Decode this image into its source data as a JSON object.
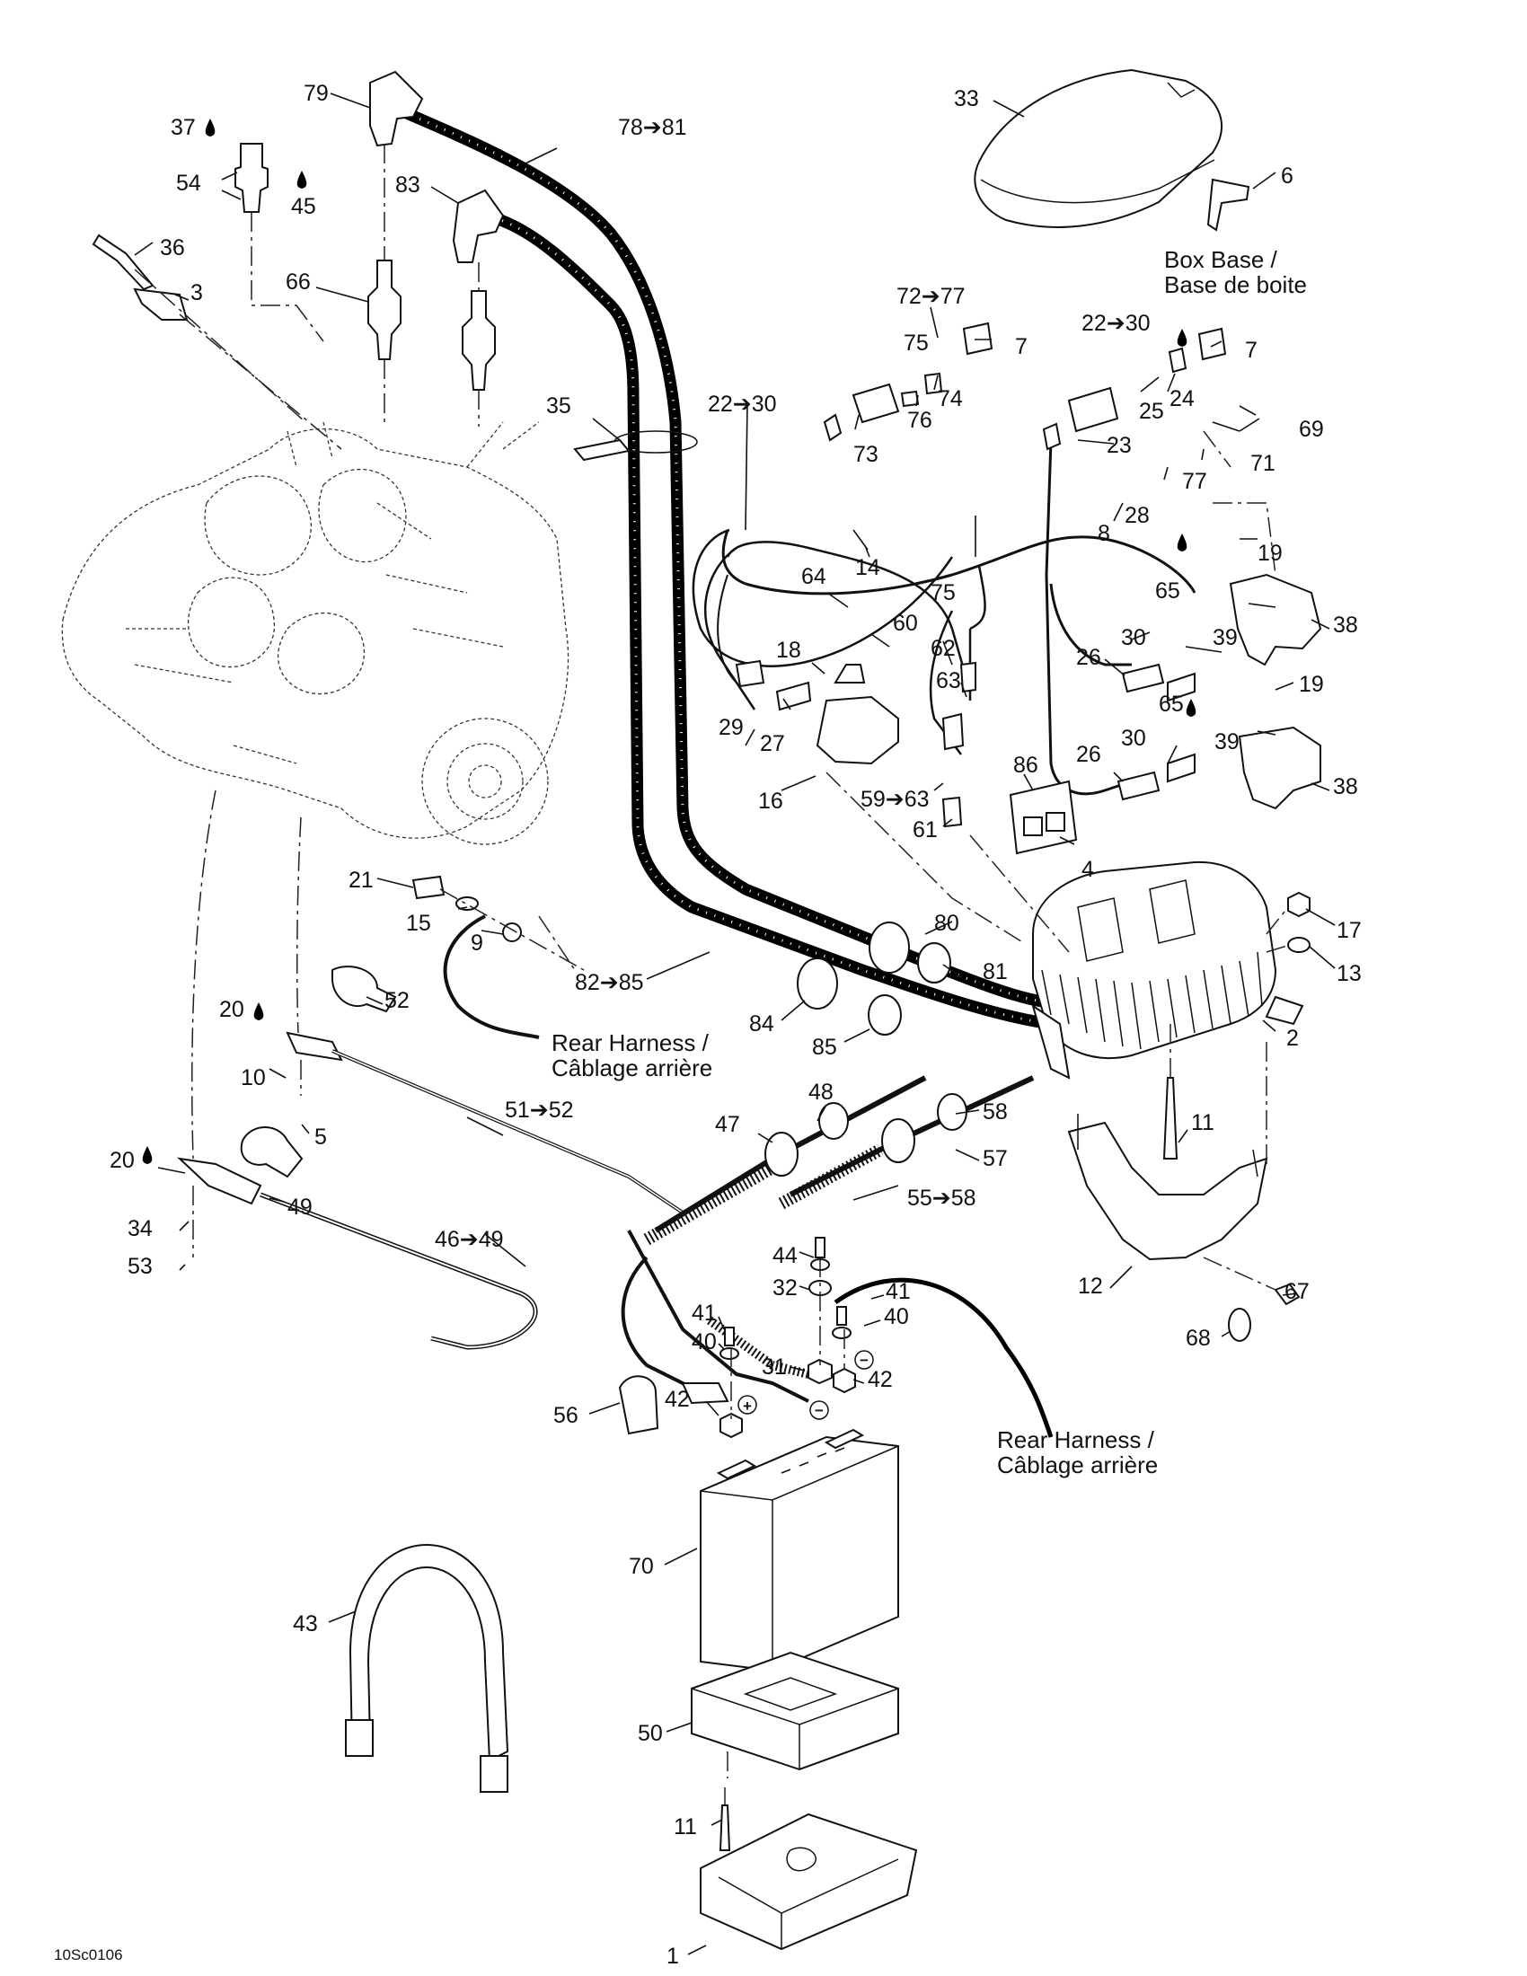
{
  "diagram": {
    "part_labels": [
      {
        "id": "p79",
        "text": "79"
      },
      {
        "id": "p37",
        "text": "37"
      },
      {
        "id": "p54",
        "text": "54"
      },
      {
        "id": "p45",
        "text": "45"
      },
      {
        "id": "p78_81",
        "text": "78➔81"
      },
      {
        "id": "p83",
        "text": "83"
      },
      {
        "id": "p36",
        "text": "36"
      },
      {
        "id": "p3",
        "text": "3"
      },
      {
        "id": "p66",
        "text": "66"
      },
      {
        "id": "p33",
        "text": "33"
      },
      {
        "id": "p6",
        "text": "6"
      },
      {
        "id": "p72_77",
        "text": "72➔77"
      },
      {
        "id": "p75a",
        "text": "75"
      },
      {
        "id": "p7a",
        "text": "7"
      },
      {
        "id": "p74",
        "text": "74"
      },
      {
        "id": "p76",
        "text": "76"
      },
      {
        "id": "p73",
        "text": "73"
      },
      {
        "id": "p22_30a",
        "text": "22➔30"
      },
      {
        "id": "p7b",
        "text": "7"
      },
      {
        "id": "p25",
        "text": "25"
      },
      {
        "id": "p24",
        "text": "24"
      },
      {
        "id": "p69",
        "text": "69"
      },
      {
        "id": "p23",
        "text": "23"
      },
      {
        "id": "p71",
        "text": "71"
      },
      {
        "id": "p77",
        "text": "77"
      },
      {
        "id": "p28",
        "text": "28"
      },
      {
        "id": "p8",
        "text": "8"
      },
      {
        "id": "p35",
        "text": "35"
      },
      {
        "id": "p22_30b",
        "text": "22➔30"
      },
      {
        "id": "p14",
        "text": "14"
      },
      {
        "id": "p19a",
        "text": "19"
      },
      {
        "id": "p65a",
        "text": "65"
      },
      {
        "id": "p38a",
        "text": "38"
      },
      {
        "id": "p39a",
        "text": "39"
      },
      {
        "id": "p30a",
        "text": "30"
      },
      {
        "id": "p26a",
        "text": "26"
      },
      {
        "id": "p64",
        "text": "64"
      },
      {
        "id": "p60",
        "text": "60"
      },
      {
        "id": "p75b",
        "text": "75"
      },
      {
        "id": "p18",
        "text": "18"
      },
      {
        "id": "p62",
        "text": "62"
      },
      {
        "id": "p63",
        "text": "63"
      },
      {
        "id": "p19b",
        "text": "19"
      },
      {
        "id": "p65b",
        "text": "65"
      },
      {
        "id": "p29",
        "text": "29"
      },
      {
        "id": "p27",
        "text": "27"
      },
      {
        "id": "p30b",
        "text": "30"
      },
      {
        "id": "p39b",
        "text": "39"
      },
      {
        "id": "p26b",
        "text": "26"
      },
      {
        "id": "p38b",
        "text": "38"
      },
      {
        "id": "p86",
        "text": "86"
      },
      {
        "id": "p16",
        "text": "16"
      },
      {
        "id": "p59_63",
        "text": "59➔63"
      },
      {
        "id": "p61",
        "text": "61"
      },
      {
        "id": "p4",
        "text": "4"
      },
      {
        "id": "p21",
        "text": "21"
      },
      {
        "id": "p15",
        "text": "15"
      },
      {
        "id": "p9",
        "text": "9"
      },
      {
        "id": "p80",
        "text": "80"
      },
      {
        "id": "p17",
        "text": "17"
      },
      {
        "id": "p81",
        "text": "81"
      },
      {
        "id": "p82_85",
        "text": "82➔85"
      },
      {
        "id": "p13",
        "text": "13"
      },
      {
        "id": "p52",
        "text": "52"
      },
      {
        "id": "p20a",
        "text": "20"
      },
      {
        "id": "p84",
        "text": "84"
      },
      {
        "id": "p85",
        "text": "85"
      },
      {
        "id": "p2",
        "text": "2"
      },
      {
        "id": "p10",
        "text": "10"
      },
      {
        "id": "p48",
        "text": "48"
      },
      {
        "id": "p51_52",
        "text": "51➔52"
      },
      {
        "id": "p47",
        "text": "47"
      },
      {
        "id": "p11a",
        "text": "11"
      },
      {
        "id": "p5",
        "text": "5"
      },
      {
        "id": "p58",
        "text": "58"
      },
      {
        "id": "p20b",
        "text": "20"
      },
      {
        "id": "p57",
        "text": "57"
      },
      {
        "id": "p49",
        "text": "49"
      },
      {
        "id": "p55_58",
        "text": "55➔58"
      },
      {
        "id": "p34",
        "text": "34"
      },
      {
        "id": "p46_49",
        "text": "46➔49"
      },
      {
        "id": "p44",
        "text": "44"
      },
      {
        "id": "p53",
        "text": "53"
      },
      {
        "id": "p32",
        "text": "32"
      },
      {
        "id": "p41a",
        "text": "41"
      },
      {
        "id": "p67",
        "text": "67"
      },
      {
        "id": "p12",
        "text": "12"
      },
      {
        "id": "p40a",
        "text": "40"
      },
      {
        "id": "p41b",
        "text": "41"
      },
      {
        "id": "p40b",
        "text": "40"
      },
      {
        "id": "p68",
        "text": "68"
      },
      {
        "id": "p31",
        "text": "31"
      },
      {
        "id": "p42a",
        "text": "42"
      },
      {
        "id": "p42b",
        "text": "42"
      },
      {
        "id": "p56",
        "text": "56"
      },
      {
        "id": "p70",
        "text": "70"
      },
      {
        "id": "p43",
        "text": "43"
      },
      {
        "id": "p50",
        "text": "50"
      },
      {
        "id": "p11b",
        "text": "11"
      },
      {
        "id": "p1",
        "text": "1"
      }
    ],
    "notes": {
      "box_base_line1": "Box Base /",
      "box_base_line2": "Base de boite",
      "rear_harness_a_line1": "Rear Harness /",
      "rear_harness_a_line2": "Câblage arrière",
      "rear_harness_b_line1": "Rear Harness /",
      "rear_harness_b_line2": "Câblage arrière",
      "figure_code": "10Sc0106"
    },
    "symbols": {
      "plus_sign": "+",
      "minus_sign": "−"
    },
    "colors": {
      "line": "#111111",
      "background": "#ffffff"
    }
  }
}
